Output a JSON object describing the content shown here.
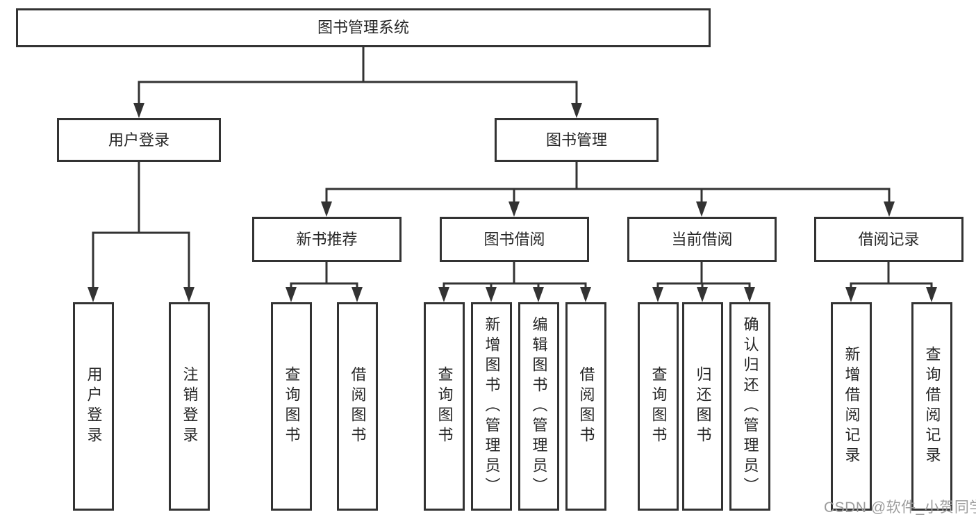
{
  "diagram": {
    "title": "图书管理系统",
    "level2": {
      "user_login": "用户登录",
      "book_management": "图书管理"
    },
    "level3": {
      "new_book_recommendation": "新书推荐",
      "book_borrowing": "图书借阅",
      "current_borrowing": "当前借阅",
      "borrowing_records": "借阅记录"
    },
    "leaves": {
      "user_login": "用户登录",
      "logout": "注销登录",
      "nbr_query_books": "查询图书",
      "nbr_borrow_books": "借阅图书",
      "bb_query_books": "查询图书",
      "bb_add_books_admin": "新增图书（管理员）",
      "bb_edit_books_admin": "编辑图书（管理员）",
      "bb_borrow_books": "借阅图书",
      "cb_query_books": "查询图书",
      "cb_return_books": "归还图书",
      "cb_confirm_return_admin": "确认归还（管理员）",
      "br_add_borrow_record": "新增借阅记录",
      "br_query_borrow_record": "查询借阅记录"
    }
  },
  "watermark": {
    "text": "CSDN @软件_小贺同学"
  },
  "colors": {
    "line": "#333333",
    "box_border": "#333333",
    "box_fill": "#ffffff",
    "text": "#262626",
    "watermark": "#9c9c9c"
  }
}
